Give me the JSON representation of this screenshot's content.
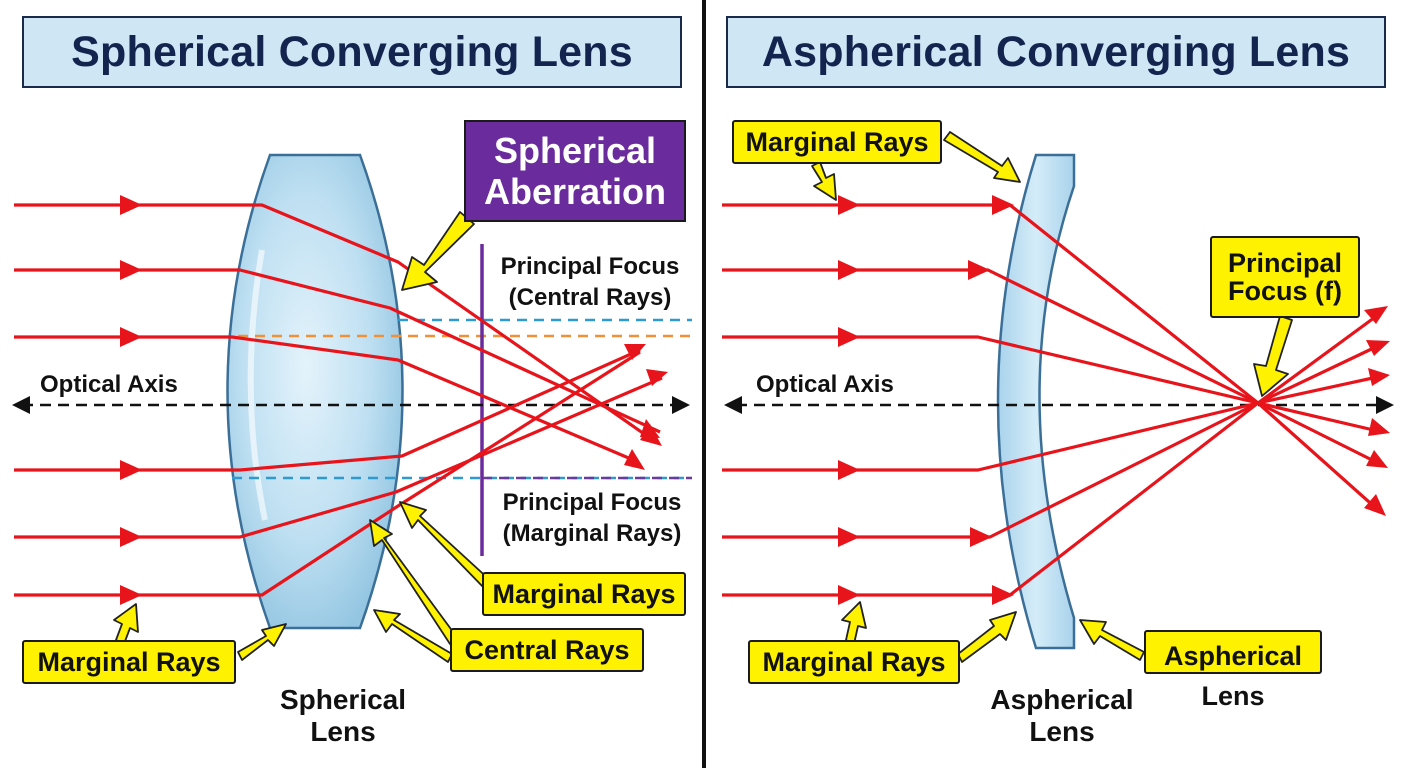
{
  "left_panel": {
    "title": "Spherical Converging Lens",
    "aberration_label": "Spherical Aberration",
    "optical_axis_label": "Optical Axis",
    "principal_focus_central": "Principal Focus (Central Rays)",
    "principal_focus_marginal": "Principal Focus (Marginal Rays)",
    "callout_marginal_rays_right": "Marginal Rays",
    "callout_central_rays": "Central Rays",
    "callout_marginal_rays_left": "Marginal Rays",
    "lens_label": "Spherical Lens"
  },
  "right_panel": {
    "title": "Aspherical Converging Lens",
    "callout_marginal_rays_top": "Marginal Rays",
    "callout_principal_focus": "Principal Focus (f)",
    "optical_axis_label": "Optical Axis",
    "callout_marginal_rays_bottom": "Marginal Rays",
    "callout_aspherical_lens": "Aspherical Lens",
    "lens_label": "Aspherical Lens"
  },
  "colors": {
    "ray": "#e8141b",
    "lens_fill": "#bfe0f2",
    "lens_stroke": "#3b6f97",
    "callout_fill": "#fff200",
    "aberration_fill": "#6a2c9c",
    "focus_line": "#6a2c9c",
    "central_focus_dash": "#2e9ad0",
    "orange_dash": "#f0913a",
    "marginal_focus_dash": "#6a3a9e",
    "title_fill": "#cfe6f5",
    "title_text": "#13254f"
  }
}
